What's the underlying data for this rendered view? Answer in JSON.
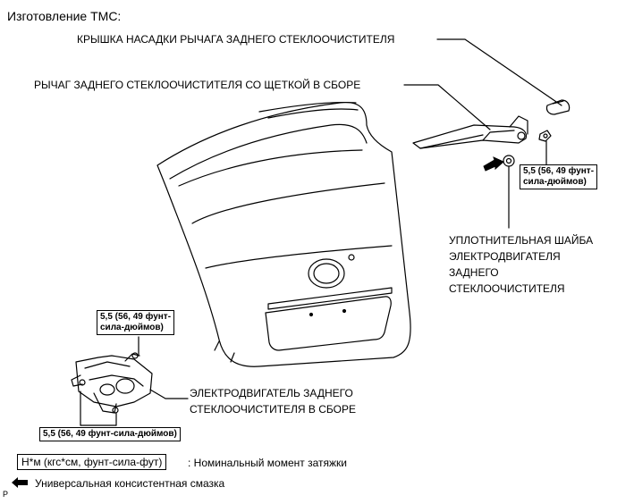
{
  "title": "Изготовление TMC:",
  "labels": {
    "cap": "КРЫШКА НАСАДКИ РЫЧАГА ЗАДНЕГО СТЕКЛООЧИСТИТЕЛЯ",
    "arm": "РЫЧАГ ЗАДНЕГО СТЕКЛООЧИСТИТЕЛЯ СО ЩЕТКОЙ В СБОРЕ",
    "washer_lines": [
      "УПЛОТНИТЕЛЬНАЯ ШАЙБА",
      "ЭЛЕКТРОДВИГАТЕЛЯ",
      "ЗАДНЕГО",
      "СТЕКЛООЧИСТИТЕЛЯ"
    ],
    "motor_lines": [
      "ЭЛЕКТРОДВИГАТЕЛЬ ЗАДНЕГО",
      "СТЕКЛООЧИСТИТЕЛЯ В СБОРЕ"
    ]
  },
  "torques": {
    "arm_nut_lines": [
      "5,5 (56, 49 фунт-",
      "сила-дюймов)"
    ],
    "motor_upper_lines": [
      "5,5 (56, 49 фунт-",
      "сила-дюймов)"
    ],
    "motor_lower": "5,5 (56, 49 фунт-сила-дюймов)"
  },
  "legend": {
    "unit_box": "Н*м (кгс*см, фунт-сила-фут)",
    "unit_desc": ": Номинальный момент затяжки",
    "grease": "Универсальная консистентная смазка"
  },
  "footer_code": "P",
  "icons": [
    "grease-arrow-icon",
    "grease-arrow-legend-icon"
  ]
}
